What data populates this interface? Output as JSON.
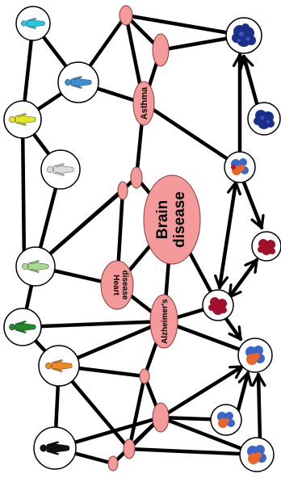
{
  "colors": {
    "node_fill": "#f49a9a",
    "node_stroke": "#8a3a3a",
    "edge": "#000000",
    "person_colors": [
      "#22c7e6",
      "#3a8fd6",
      "#e6e61e",
      "#dcdcdc",
      "#a9d98a",
      "#1f8a2a",
      "#f08a1e",
      "#111111"
    ],
    "protein_dark_blue": "#1a2f8a",
    "protein_crimson": "#a0102a",
    "protein_mixed_blue": "#3a66c9",
    "protein_mixed_orange": "#e8662a"
  },
  "labels": {
    "asthma": "Asthma",
    "brain_line1": "Brain",
    "brain_line2": "disease",
    "heart_line1": "Heart",
    "heart_line2": "disease",
    "alzheimers": "Alzheimer's"
  },
  "icons": {
    "person": "person-silhouette-icon",
    "protein": "protein-structure-icon"
  }
}
